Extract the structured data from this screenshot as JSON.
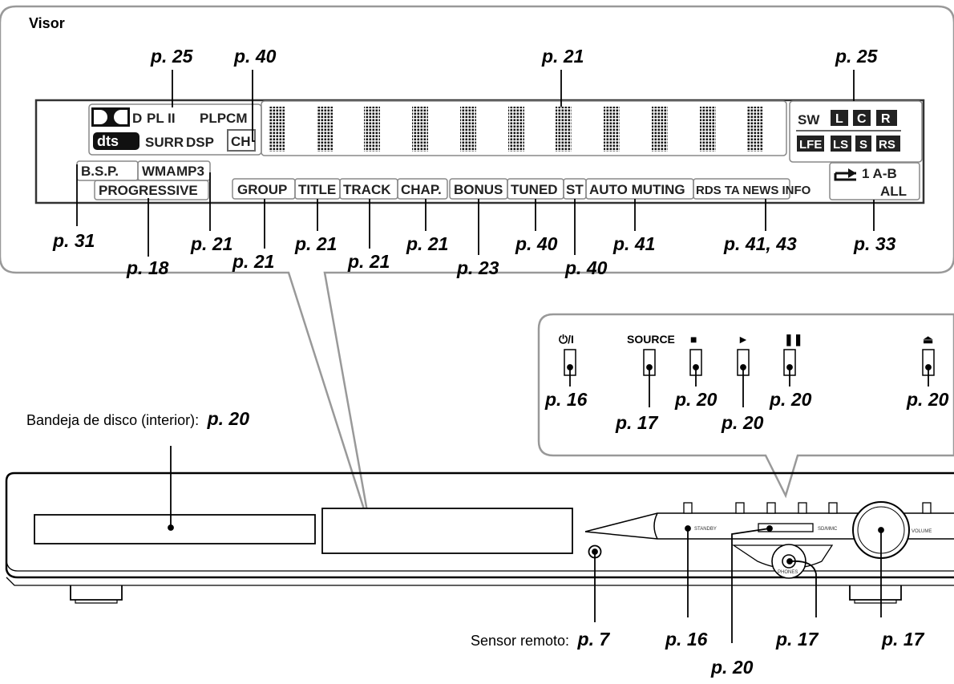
{
  "title": "Visor",
  "display_indicators": {
    "dolby_d": "D",
    "pl2": "PL II",
    "plpcm": "PLPCM",
    "dts": "dts",
    "surr": "SURR",
    "dsp": "DSP",
    "ch": "CH",
    "bsp": "B.S.P.",
    "wma": "WMA",
    "mp3": "MP3",
    "progressive": "PROGRESSIVE",
    "group": "GROUP",
    "title": "TITLE",
    "track": "TRACK",
    "chap": "CHAP.",
    "bonus": "BONUS",
    "tuned": "TUNED",
    "st": "ST",
    "auto_muting": "AUTO MUTING",
    "rds_ta_news_info": "RDS TA NEWS INFO",
    "sw": "SW",
    "l": "L",
    "c": "C",
    "r": "R",
    "lfe": "LFE",
    "ls": "LS",
    "s": "S",
    "rs": "RS",
    "repeat": "1 A-B",
    "all": "ALL"
  },
  "display_refs": {
    "top_dolby": "p. 25",
    "top_ch": "p. 40",
    "top_matrix": "p. 21",
    "top_speakers": "p. 25",
    "bsp": "p. 31",
    "progressive": "p. 18",
    "mp3": "p. 21",
    "group": "p. 21",
    "title": "p. 21",
    "track": "p. 21",
    "chap": "p. 21",
    "bonus": "p. 23",
    "tuned": "p. 40",
    "st": "p. 40",
    "auto_muting": "p. 41",
    "rds": "p. 41, 43",
    "repeat": "p. 33"
  },
  "buttons": {
    "power": "⏻/I",
    "source": "SOURCE",
    "stop": "■",
    "play": "►",
    "pause": "❚❚",
    "eject": "⏏"
  },
  "button_refs": {
    "power": "p. 16",
    "source": "p. 17",
    "stop": "p. 20",
    "play": "p. 20",
    "pause": "p. 20",
    "eject": "p. 20"
  },
  "unit": {
    "tray_label": "Bandeja de disco (interior):",
    "tray_ref": "p. 20",
    "sensor_label": "Sensor remoto:",
    "sensor_ref": "p. 7",
    "standby_ref": "p. 16",
    "sd_ref": "p. 20",
    "phones_ref": "p. 17",
    "volume_ref": "p. 17",
    "standby_text": "STANDBY",
    "sd_text": "SD/MMC",
    "phones_text": "PHONES",
    "volume_text": "VOLUME"
  }
}
